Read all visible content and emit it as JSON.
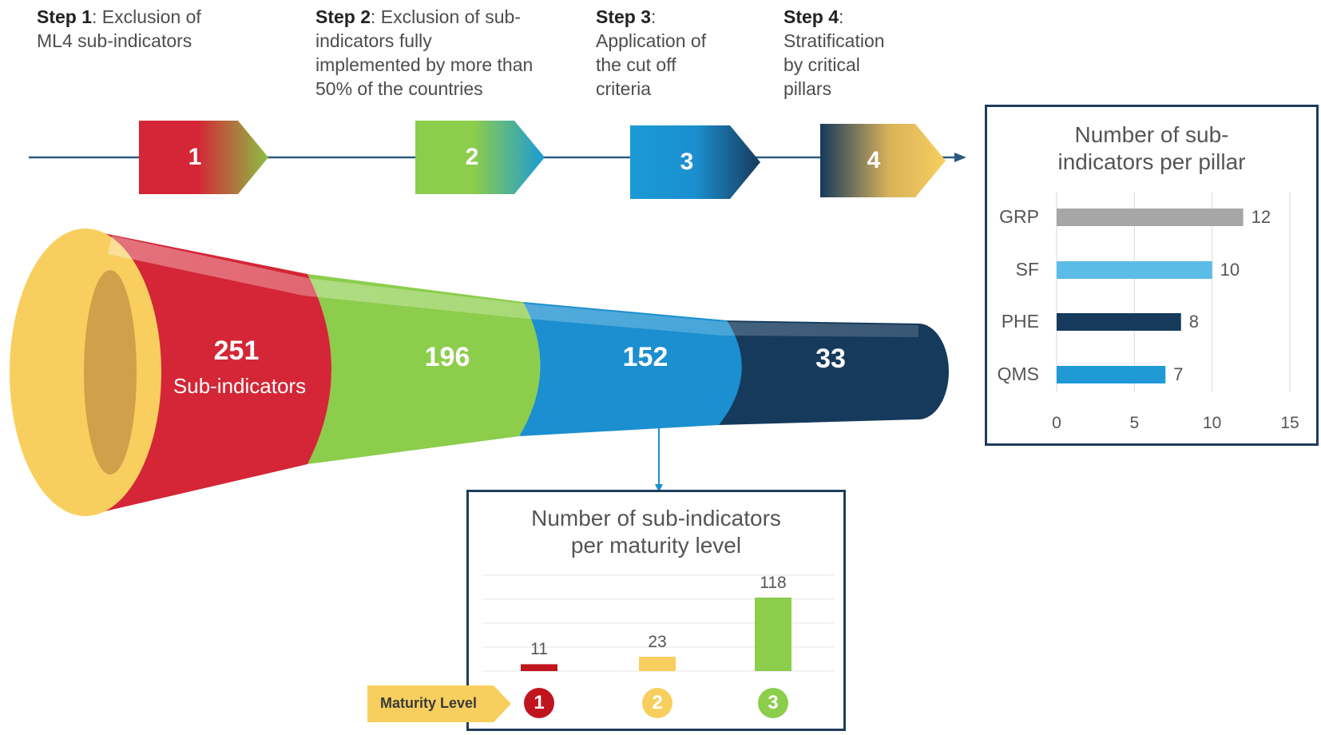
{
  "steps": [
    {
      "num_label": "Step 1",
      "desc_lines": [
        ": Exclusion of",
        "ML4 sub-indicators"
      ],
      "arrow_num": "1"
    },
    {
      "num_label": "Step 2",
      "desc_lines": [
        ": Exclusion of sub-",
        "indicators fully",
        "implemented by more than",
        "50% of the countries"
      ],
      "arrow_num": "2"
    },
    {
      "num_label": "Step 3",
      "desc_lines": [
        ":",
        "Application of",
        "the cut off",
        "criteria"
      ],
      "arrow_num": "3"
    },
    {
      "num_label": "Step 4",
      "desc_lines": [
        ":",
        "Stratification",
        "by critical",
        "pillars"
      ],
      "arrow_num": "4"
    }
  ],
  "funnel": {
    "segments": [
      {
        "value": "251",
        "sub": "Sub-indicators",
        "color": "#d42636"
      },
      {
        "value": "196",
        "color": "#8ccd4c"
      },
      {
        "value": "152",
        "color": "#1b8fcf"
      },
      {
        "value": "33",
        "color": "#163a5c"
      }
    ],
    "mouth_color": "#f8cf5e"
  },
  "pillar_chart": {
    "title_lines": [
      "Number of sub-",
      "indicators per pillar"
    ],
    "chart_data": {
      "type": "bar",
      "orientation": "horizontal",
      "categories": [
        "GRP",
        "SF",
        "PHE",
        "QMS"
      ],
      "values": [
        12,
        10,
        8,
        7
      ],
      "colors": [
        "#a6a6a6",
        "#5bbce8",
        "#163a5c",
        "#1f9ad6"
      ],
      "xlim": [
        0,
        15
      ],
      "xticks": [
        "0",
        "5",
        "10",
        "15"
      ]
    }
  },
  "ml_chart": {
    "title_lines": [
      "Number of sub-indicators",
      "per maturity level"
    ],
    "tag_label": "Maturity Level",
    "chart_data": {
      "type": "bar",
      "categories": [
        "1",
        "2",
        "3"
      ],
      "values": [
        11,
        23,
        118
      ],
      "colors": [
        "#c0141e",
        "#f8cf5e",
        "#8ccd4c"
      ]
    }
  }
}
